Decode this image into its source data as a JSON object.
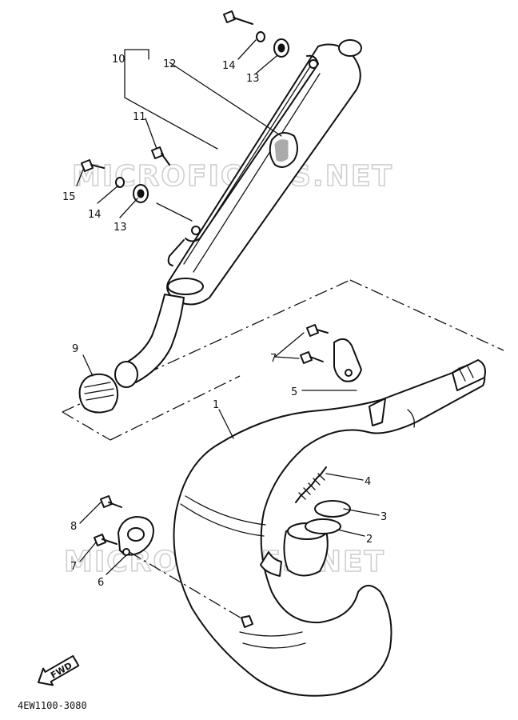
{
  "diagram_code": "4EW1100-3080",
  "watermark": "MICROFICHES.NET",
  "fwd_label": "FWD",
  "callouts": [
    "1",
    "2",
    "3",
    "4",
    "5",
    "6",
    "7",
    "7",
    "8",
    "9",
    "10",
    "11",
    "12",
    "13",
    "13",
    "14",
    "14",
    "15"
  ]
}
